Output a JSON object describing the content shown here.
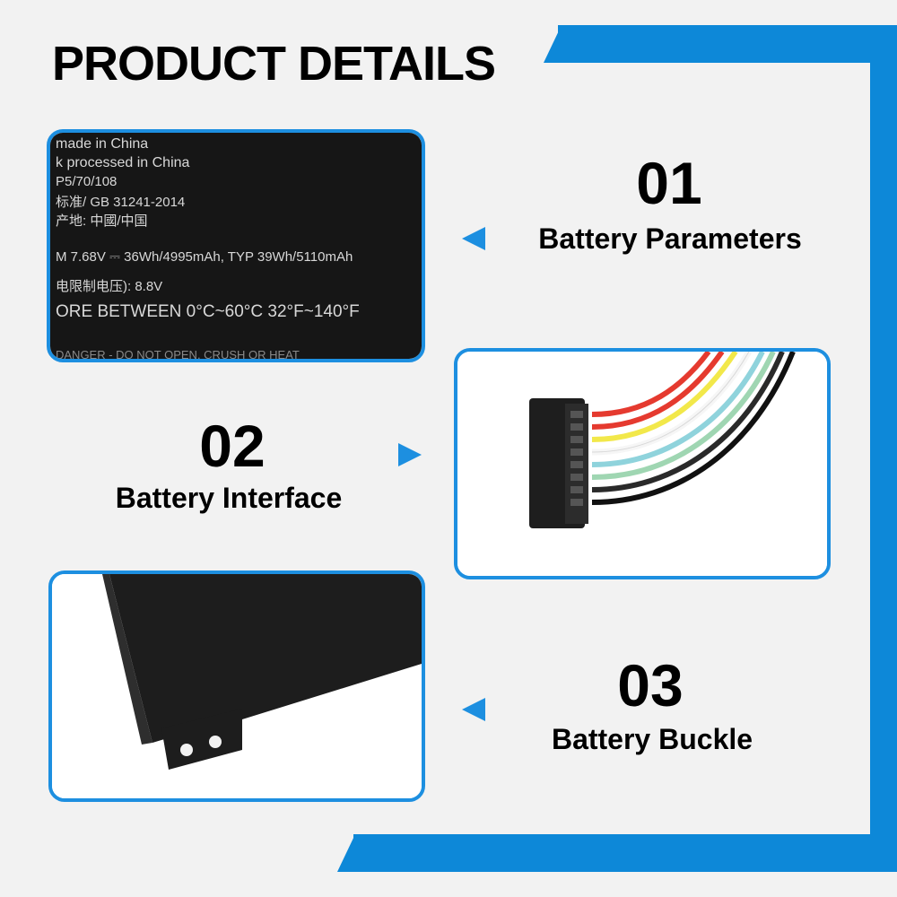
{
  "page": {
    "title": "PRODUCT DETAILS"
  },
  "colors": {
    "accent": "#1d8fe0",
    "frame": "#0d88d8",
    "background": "#f2f2f2"
  },
  "sections": [
    {
      "number": "01",
      "caption": "Battery Parameters",
      "arrow": "left-arrow"
    },
    {
      "number": "02",
      "caption": "Battery Interface",
      "arrow": "right-arrow"
    },
    {
      "number": "03",
      "caption": "Battery Buckle",
      "arrow": "left-arrow"
    }
  ],
  "battery_label": {
    "lines": [
      "made in China",
      "k processed in China",
      "P5/70/108",
      "标准/ GB 31241-2014",
      "产地: 中國/中国",
      "M  7.68V  ⎓  36Wh/4995mAh, TYP 39Wh/5110mAh",
      "电限制电压): 8.8V",
      "ORE BETWEEN 0°C~60°C 32°F~140°F",
      "DANGER - DO NOT OPEN, CRUSH OR HEAT"
    ]
  }
}
